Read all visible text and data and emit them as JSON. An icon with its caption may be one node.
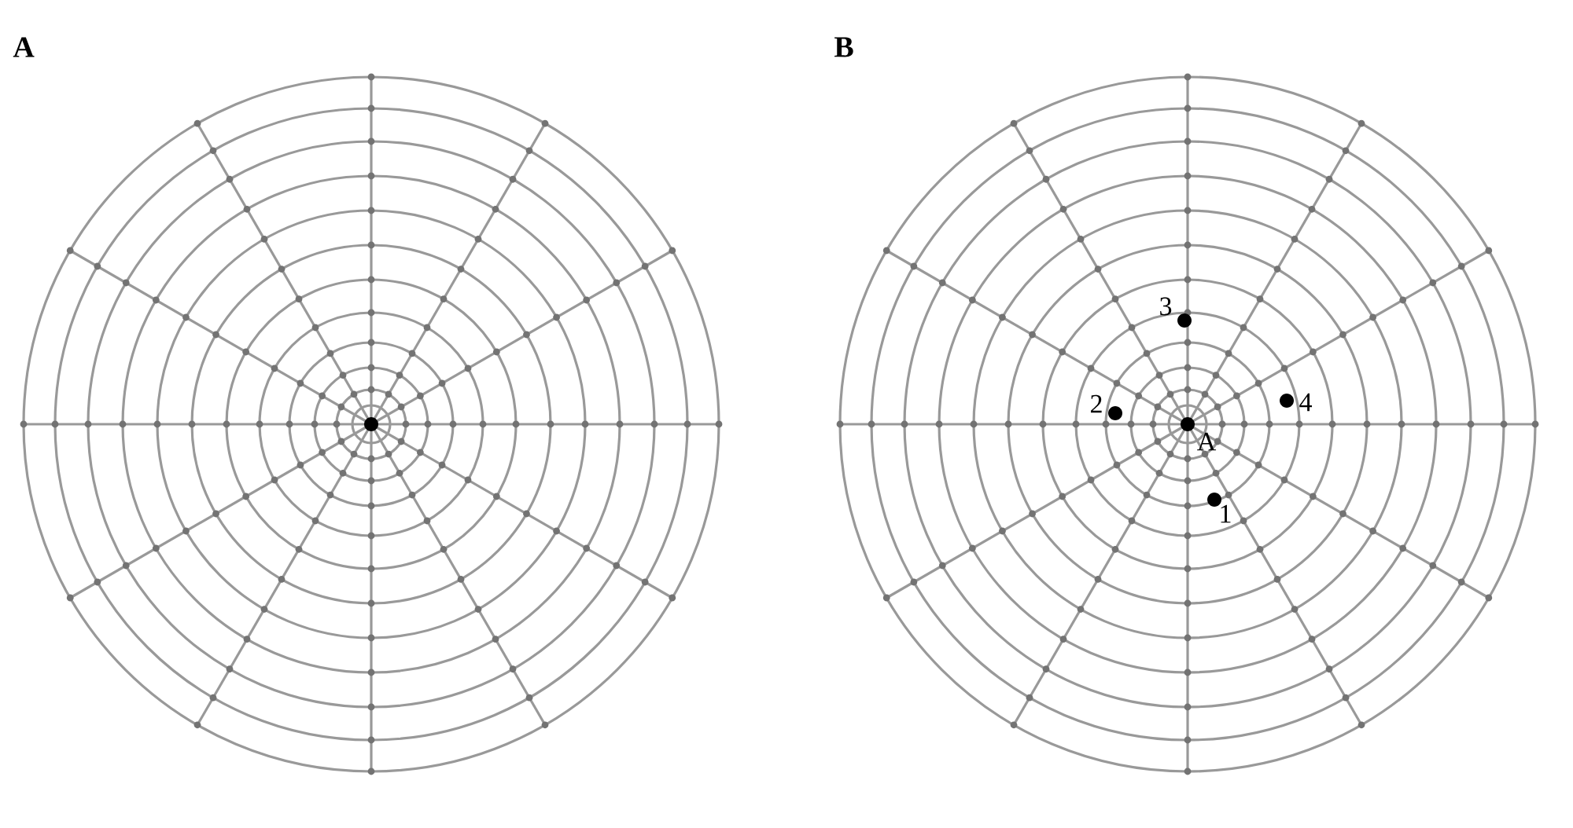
{
  "diagram": {
    "labels": [
      "A",
      "B",
      "3",
      "2",
      "4",
      "A",
      "1"
    ]
  }
}
